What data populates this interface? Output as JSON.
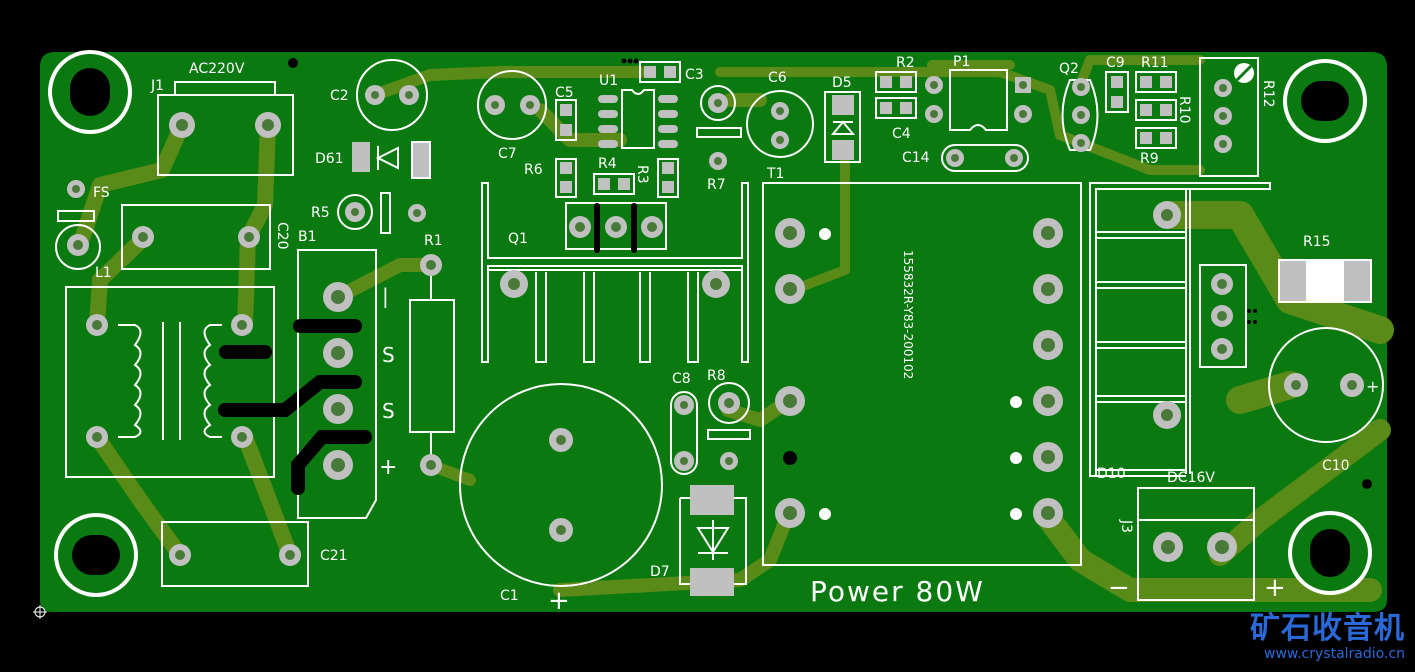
{
  "board": {
    "title": "Power 80W",
    "part_number": "155832R-Y83-200102",
    "colors": {
      "substrate": "#0a7a10",
      "copper": "#5a8a18",
      "silkscreen": "#ffffff",
      "pad": "#c0c0c0",
      "background": "#000000"
    }
  },
  "components": {
    "J1": "J1",
    "ac_label": "AC220V",
    "C2": "C2",
    "D61": "D61",
    "R5": "R5",
    "FS": "FS",
    "L1": "L1",
    "C20": "C20",
    "B1": "B1",
    "R1": "R1",
    "C21": "C21",
    "C1": "C1",
    "C7": "C7",
    "C5": "C5",
    "U1": "U1",
    "C3": "C3",
    "R6": "R6",
    "R4": "R4",
    "R3": "R3",
    "Q1": "Q1",
    "C6": "C6",
    "R7": "R7",
    "D5": "D5",
    "T1": "T1",
    "R2": "R2",
    "C4": "C4",
    "P1": "P1",
    "C14": "C14",
    "Q2": "Q2",
    "C9": "C9",
    "R11": "R11",
    "R10": "R10",
    "R9": "R9",
    "R12": "R12",
    "R15": "R15",
    "C10": "C10",
    "C8": "C8",
    "R8": "R8",
    "D7": "D7",
    "D10": "D10",
    "J3": "J3",
    "dc_label": "DC16V"
  },
  "bridge_marks": {
    "minus": "|",
    "ac1": "S",
    "ac2": "S",
    "plus": "+"
  },
  "polarity": {
    "c1_plus": "+",
    "j3_minus": "−",
    "j3_plus": "+",
    "c10_plus": "+"
  },
  "watermark": {
    "cn": "矿石收音机",
    "url": "www.crystalradio.cn",
    "color": "#2a6ad8"
  }
}
